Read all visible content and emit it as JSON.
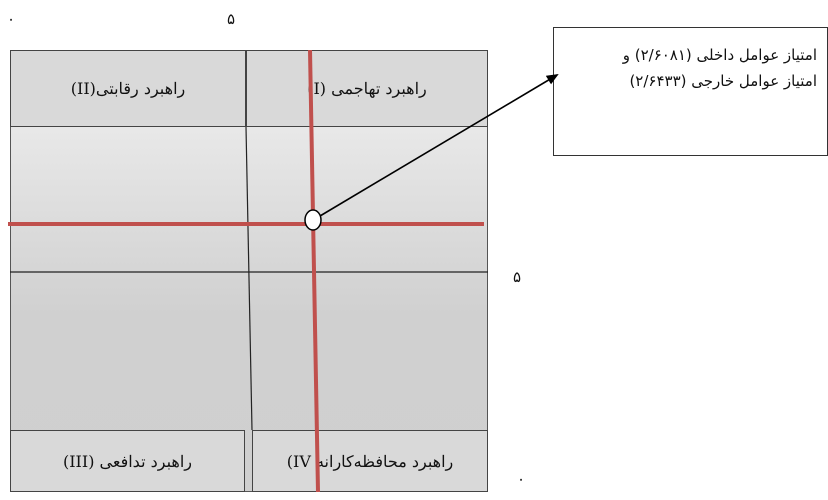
{
  "scale_labels": {
    "top_left": "۰",
    "top_center": "۵",
    "right_middle": "۵",
    "bottom_right": "۰"
  },
  "quadrants": {
    "q1": "راهبرد تهاجمی (I)",
    "q2": "راهبرد رقابتی(II)",
    "q3": "راهبرد تدافعی (III)",
    "q4": "راهبرد محافظه‌کارانه IV)"
  },
  "note": {
    "line1": "امتیاز عوامل داخلی (۲/۶۰۸۱) و",
    "line2": "امتیاز عوامل خارجی (۲/۶۴۳۳)"
  },
  "colors": {
    "axis_red": "#c0504d",
    "box_fill": "#d9d9d9"
  }
}
